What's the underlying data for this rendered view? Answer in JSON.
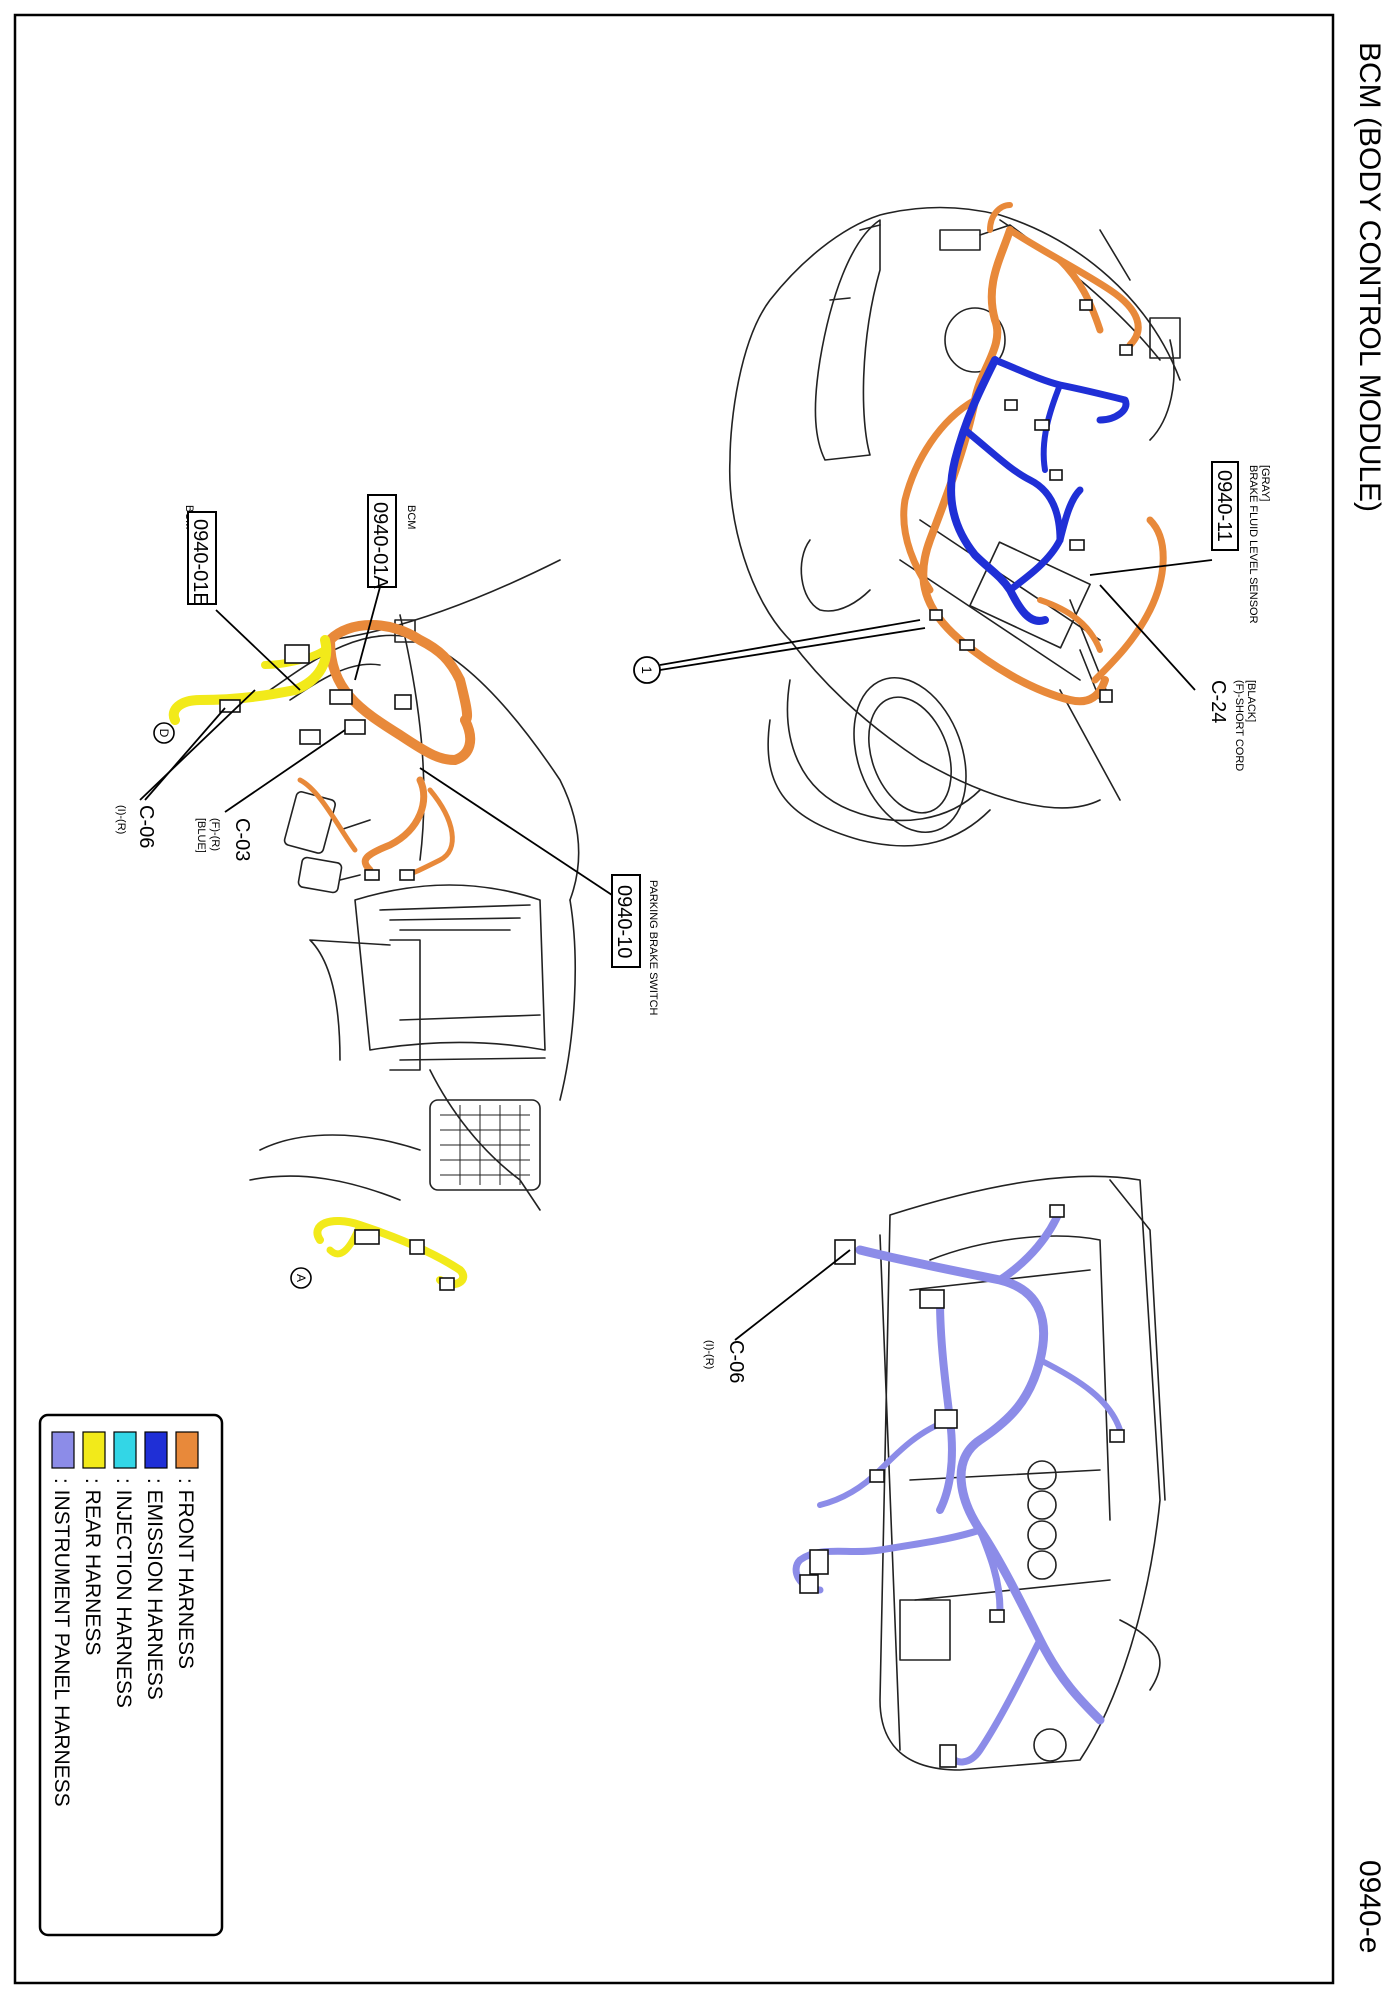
{
  "page": {
    "title": "BCM (BODY CONTROL MODULE)",
    "page_code": "0940-e"
  },
  "colors": {
    "front": "#e8893a",
    "emission": "#1f2fd6",
    "injection": "#33d6e6",
    "rear": "#f2ea1a",
    "instrument": "#8c8ce8"
  },
  "callouts": {
    "brake_fluid": {
      "color_note": "[GRAY]",
      "name": "BRAKE FLUID LEVEL SENSOR",
      "code": "0940-11"
    },
    "c24": {
      "color_note": "[BLACK]",
      "line2": "(F)-SHORT CORD",
      "code": "C-24"
    },
    "bcm_a": {
      "name": "BCM",
      "code": "0940-01A"
    },
    "bcm_e": {
      "name": "BCM",
      "code": "0940-01E"
    },
    "parking_brake": {
      "name": "PARKING BRAKE SWITCH",
      "code": "0940-10"
    },
    "c03": {
      "code": "C-03",
      "line2": "(F)-(R)",
      "line3": "[BLUE]"
    },
    "c06_left": {
      "code": "C-06",
      "line2": "(I)-(R)"
    },
    "c06_right": {
      "code": "C-06",
      "line2": "(I)-(R)"
    },
    "marker_1": "1",
    "marker_d": "D",
    "marker_a": "A"
  },
  "legend": {
    "items": [
      {
        "label": ": FRONT HARNESS",
        "color": "#e8893a"
      },
      {
        "label": ": EMISSION HARNESS",
        "color": "#1f2fd6"
      },
      {
        "label": ": INJECTION HARNESS",
        "color": "#33d6e6"
      },
      {
        "label": ": REAR HARNESS",
        "color": "#f2ea1a"
      },
      {
        "label": ": INSTRUMENT PANEL HARNESS",
        "color": "#8c8ce8"
      }
    ]
  }
}
